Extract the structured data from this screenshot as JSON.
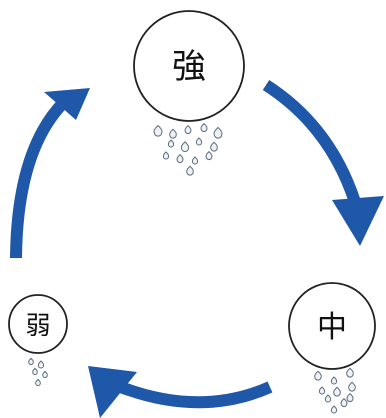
{
  "diagram": {
    "nodes": [
      {
        "id": "strong",
        "label": "強",
        "drops": 14
      },
      {
        "id": "medium",
        "label": "中",
        "drops": 10
      },
      {
        "id": "weak",
        "label": "弱",
        "drops": 5
      }
    ],
    "cycle": [
      "strong",
      "medium",
      "weak",
      "strong"
    ]
  },
  "colors": {
    "arrow": "#1f58a8",
    "circle_stroke": "#222222",
    "circle_fill": "#ffffff",
    "drop_stroke": "#5b6b7a",
    "drop_fill": "#eef2f7",
    "background": "#ffffff"
  }
}
